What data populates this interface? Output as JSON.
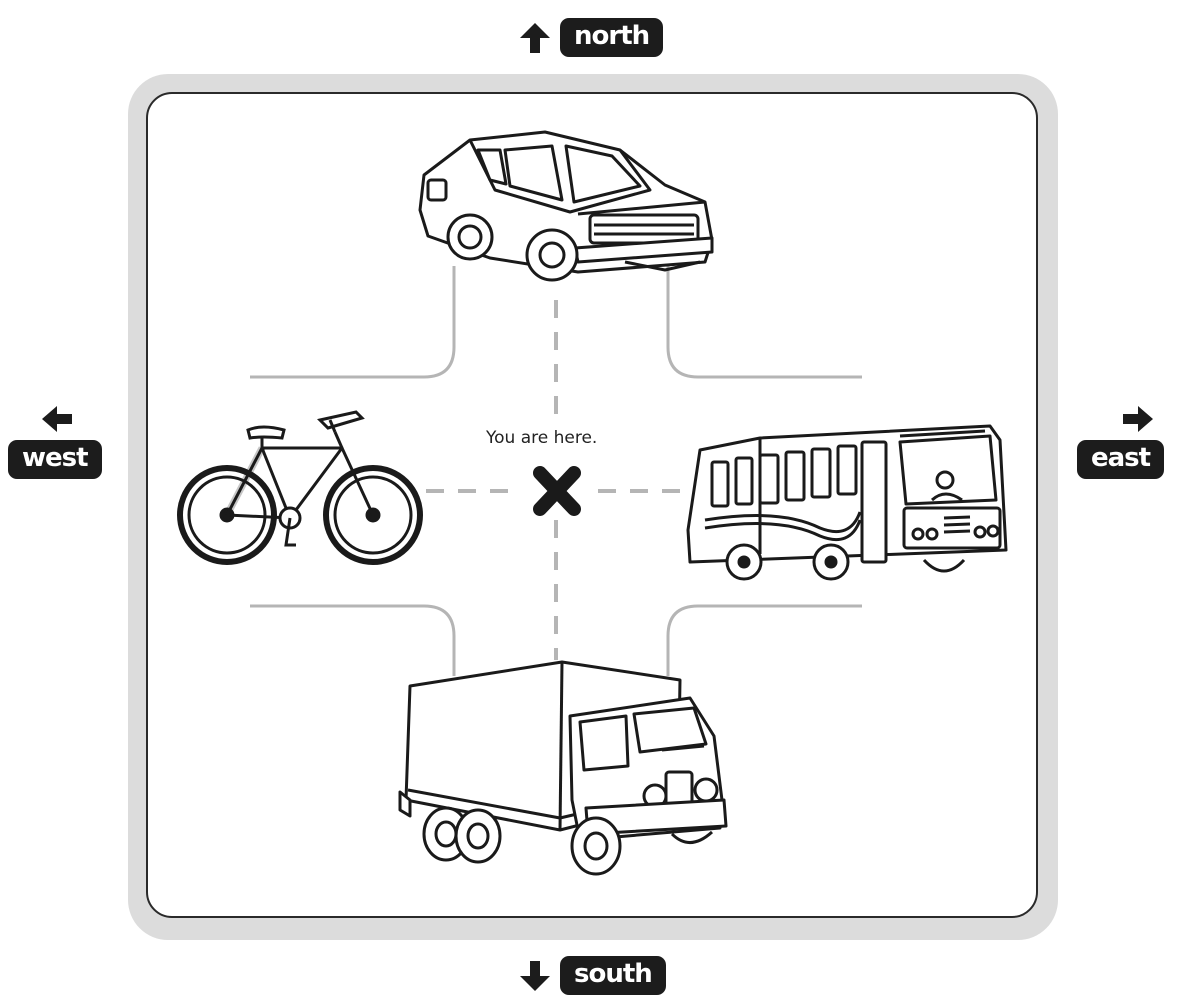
{
  "directions": {
    "north": "north",
    "south": "south",
    "east": "east",
    "west": "west"
  },
  "marker": {
    "label": "You are here.",
    "icon": "x-mark-icon"
  },
  "vehicles": {
    "north": "car-icon",
    "south": "truck-icon",
    "east": "bus-icon",
    "west": "bicycle-icon"
  },
  "colors": {
    "label_bg": "#1c1c1c",
    "label_text": "#ffffff",
    "frame": "#dcdcdc",
    "road_line": "#b5b5b5",
    "ink": "#222222"
  }
}
